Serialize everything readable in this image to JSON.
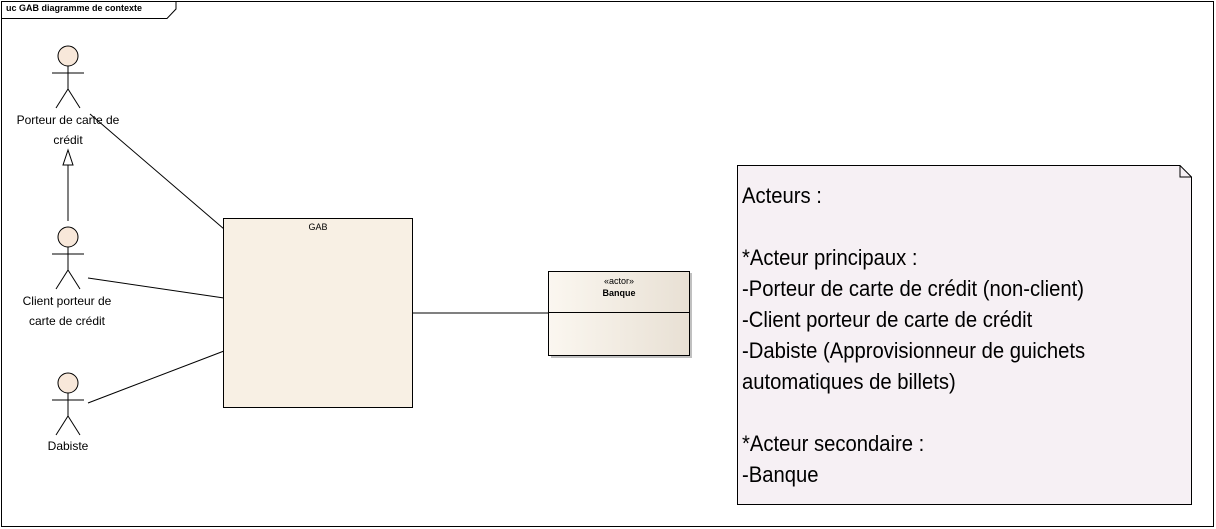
{
  "frame": {
    "title": "uc GAB diagramme de contexte"
  },
  "actors": [
    {
      "id": "porteur",
      "label_lines": [
        "Porteur de carte de",
        "crédit"
      ]
    },
    {
      "id": "client",
      "label_lines": [
        "Client porteur de",
        "carte de crédit"
      ]
    },
    {
      "id": "dabiste",
      "label_lines": [
        "Dabiste"
      ]
    }
  ],
  "system": {
    "name": "GAB"
  },
  "external_actor": {
    "stereotype": "«actor»",
    "name": "Banque"
  },
  "note": {
    "lines": [
      "Acteurs :",
      "",
      "*Acteur principaux :",
      "-Porteur de carte de crédit (non-client)",
      "-Client porteur de carte de crédit",
      "-Dabiste (Approvisionneur de guichets",
      "automatiques de billets)",
      "",
      "*Acteur secondaire :",
      "-Banque"
    ]
  },
  "colors": {
    "system_fill": "#f8f0e4",
    "actor_head_fill": "#f8e8da",
    "note_fill": "#f6f0f4",
    "line": "#000000"
  }
}
